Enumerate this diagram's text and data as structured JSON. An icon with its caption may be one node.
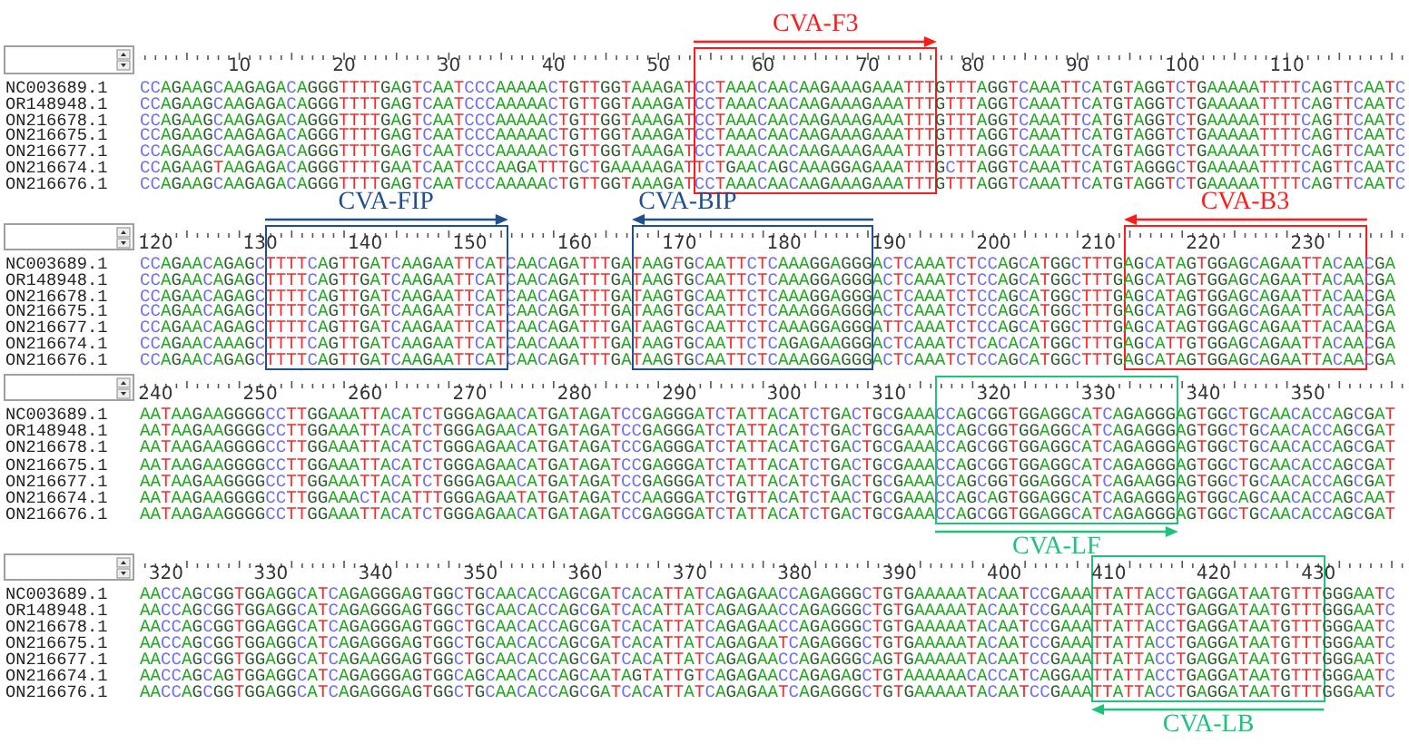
{
  "diagram": {
    "nodes": [
      {
        "text": [
          "CVA-F3"
        ]
      },
      {
        "text": [
          "CVA-FIP"
        ]
      },
      {
        "text": [
          "CVA-BIP"
        ]
      },
      {
        "text": [
          "CVA-B3"
        ]
      },
      {
        "text": [
          "CVA-LF"
        ]
      },
      {
        "text": [
          "CVA-LB"
        ]
      }
    ],
    "labels": [
      "10",
      "20",
      "30",
      "40",
      "50",
      "60",
      "70",
      "80",
      "90",
      "100",
      "110",
      "NC003689.1",
      "CCAGAAGCAAGAGACAGGGTTTTGAGTCAATCCCAAAAACTGTTGGTAAAGATCCTAAACAACAAGAAAGAAATTTGTTTAGGTCAAATTCATGTAGGTCTGAAAAATTTTCAGTTCAATC",
      "OR148948.1",
      "CCAGAAGCAAGAGACAGGGTTTTGAGTCAATCCCAAAAACTGTTGGTAAAGATCCTAAACAACAAGAAAGAAATTTGTTTAGGTCAAATTCATGTAGGTCTGAAAAATTTTCAGTTCAATC",
      "ON216678.1",
      "CCAGAAGCAAGAGACAGGGTTTTGAGTCAATCCCAAAAACTGTTGGTAAAGATCCTAAACAACAAGAAAGAAATTTGTTTAGGTCAAATTCATGTAGGTCTGAAAAATTTTCAGTTCAATC",
      "ON216675.1",
      "CCAGAAGCAAGAGACAGGGTTTTGAGTCAATCCCAAAAACTGTTGGTAAAGATCCTAAACAACAAGAAAGAAATTTGTTTAGGTCAAATTCATGTAGGTCTGAAAAATTTTCAGTTCAATC",
      "ON216677.1",
      "CCAGAAGCAAGAGACAGGGTTTTGAGTCAATCCCAAAAACTGTTGGTAAAGATCCTAAACAACAAGAAAGAAATTTGTTTAGGTCAAATTCATGTAGGTCTGAAAAATTTTCAGTTCAATC",
      "ON216674.1",
      "CCAGAAGTAAGAGACAGGGTTTTGAATCAATCCCAAGATTTGCTGAAAAAGATTCTGAACAGCAAAGGAGAAATTTGCTTAGGTCAAATTCATGTAGGGCTGAAAAATTTTCAGTTCAATC",
      "ON216676.1",
      "CCAGAAGCAAGAGACAGGGTTTTGAGTCAATCCCAAAAACTGTTGGTAAAGATCCTAAACAACAAGAAAGAAATTTGTTTAGGTCAAATTCATGTAGGTCTGAAAAATTTTCAGTTCAATC",
      "120",
      "130",
      "140",
      "150",
      "160",
      "170",
      "180",
      "190",
      "200",
      "210",
      "220",
      "230",
      "NC003689.1",
      "CCAGAACAGAGCTTTTCAGTTGATCAAGAATTCATCAACAGATTTGATAAGTGCAATTCTCAAAGGAGGGACTCAAATCTCCAGCATGGCTTTGAGCATAGTGGAGCAGAATTACAACGA",
      "OR148948.1",
      "CCAGAACAGAGCTTTTCAGTTGATCAAGAATTCATCAACAGATTTGATAAGTGCAATTCTCAAAGGAGGGACTCAAATCTCCAGCATGGCTTTGAGCATAGTGGAGCAGAATTACAACGA",
      "ON216678.1",
      "CCAGAACAGAGCTTTTCAGTTGATCAAGAATTCATCAACAGATTTGATAAGTGCAATTCTCAAAGGAGGGACTCAAATCTCCAGCATGGCTTTGAGCATAGTGGAGCAGAATTACAACGA",
      "ON216675.1",
      "CCAGAACAGAGCTTTTCAGTTGATCAAGAATTCATCAACAGATTTGATAAGTGCAATTCTCAAAGGAGGGACTCAAATCTCCAGCATGGCTTTGAGCATAGTGGAGCAGAATTACAACGA",
      "ON216677.1",
      "CCAGAACAGAGCTTTTCAGTTGATCAAGAATTCATCAACAGATTTGATAAGTGCAATTCTCAAAGGAGGGATTCAAATCTCCAGCATGGCTTTGAGCATAGTGGAGCAGAATTACAACGA",
      "ON216674.1",
      "CCAGAACAAAGCTTTTCAGTTGATCAAGAATTCATCAACAAATTTGATAAGTGCAATTCTCAGAGAAGGGACTCAAATCTCACACATGGCTTTGAGCATTGTGGAGCAGAATTACAACGA",
      "ON216676.1",
      "CCAGAACAGAGCTTTTCAGTTGATCAAGAATTCATCAACAGATTTGATAAGTGCAATTCTCAAAGGAGGGACTCAAATCTCCAGCATGGCTTTGAGCATAGTGGAGCAGAATTACAACGA",
      "240",
      "250",
      "260",
      "270",
      "280",
      "290",
      "300",
      "310",
      "320",
      "330",
      "340",
      "350",
      "NC003689.1",
      "AATAAGAAGGGGCCTTGGAAATTACATCTGGGAGAACATGATAGATCCGAGGGATCTATTACATCTGACTGCGAAACCAGCGGTGGAGGCATCAGAGGGAGTGGCTGCAACACCAGCGAT",
      "OR148948.1",
      "AATAAGAAGGGGCCTTGGAAATTACATCTGGGAGAACATGATAGATCCGAGGGATCTATTACATCTGACTGCGAAACCAGCGGTGGAGGCATCAGAGGGAGTGGCTGCAACACCAGCGAT",
      "ON216678.1",
      "AATAAGAAGGGGCCTTGGAAATTACATCTGGGAGAACATGATAGATCCGAGGGATCTATTACATCTGACTGCGAAACCAGCGGTGGAGGCATCAGAGGGAGTGGCTGCAACACCAGCGAT",
      "ON216675.1",
      "AATAAGAAGGGGCCTTGGAAATTACATCTGGGAGAACATGATAGATCCGAGGGATCTATTACATCTGACTGCGAAACCAGCGGTGGAGGCATCAGAGGGAGTGGCTGCAACACCAGCGAT",
      "ON216677.1",
      "AATAAGAAGGGGCCTTGGAAATTACATCTGGGAGAACATGATAGATCCGAGGGATCTATTACATCTGACTGCGAAACCAGCGGTGGAGGCATCAGAAGGAGTGGCTGCAACACCAGCGAT",
      "ON216674.1",
      "AATAAGAAGGGGCCTTGGAAACTACATTTGGGAGAATATGATAGATCCAAGGGATCTGTTACATCTAACTGCGAAACCAGCAGTGGAGGCATCAGAGGGAGTGGCAGCAACACCAGCAAT",
      "ON216676.1",
      "AATAAGAAGGGGCCTTGGAAATTACATCTGGGAGAACATGATAGATCCGAGGGATCTATTACATCTGACTGCGAAACCAGCGGTGGAGGCATCAGAGGGAGTGGCTGCAACACCAGCGAT",
      "320",
      "330",
      "340",
      "350",
      "360",
      "370",
      "380",
      "390",
      "400",
      "410",
      "420",
      "430",
      "NC003689.1",
      "AACCAGCGGTGGAGGCATCAGAGGGAGTGGCTGCAACACCAGCGATCACATTATCAGAGAACCAGAGGGCTGTGAAAAATACAATCCGAAATTATTACCTGAGGATAATGTTTGGGAATC",
      "OR148948.1",
      "AACCAGCGGTGGAGGCATCAGAGGGAGTGGCTGCAACACCAGCGATCACATTATCAGAGAACCAGAGGGCTGTGAAAAATACAATCCGAAATTATTACCTGAGGATAATGTTTGGGAATC",
      "ON216678.1",
      "AACCAGCGGTGGAGGCATCAGAGGGAGTGGCTGCAACACCAGCGATCACATTATCAGAGAACCAGAGGGCTGTGAAAAATACAATCCGAAATTATTACCTGAGGATAATGTTTGGGAATC",
      "ON216675.1",
      "AACCAGCGGTGGAGGCATCAGAGGGAGTGGCTGCAACACCAGCGATCACATTATCAGAGAATCAGAGGGCTGTGAAAAATACAATCCGAAATTATTACCTGAGGATAATGTTTGGGAATC",
      "ON216677.1",
      "AACCAGCGGTGGAGGCATCAGAAGGAGTGGCTGCAACACCAGCGATCACATTATCAGAGAACCAGAGGGCAGTGAAAAATACAATCCGAAATTATTACCTGAGGATAATGTTTGGGAATC",
      "ON216674.1",
      "AACCAGCAGTGGAGGCATCAGAGGGAGTGGCAGCAACACCAGCAATAGTATTGTCAGAGAACCAGAGAGCTGTAAAAAACACCATCAGGAATTATTACCTGAGGATAATGTTTGGGAATC",
      "ON216676.1",
      "AACCAGCGGTGGAGGCATCAGAGGGAGTGGCTGCAACACCAGCGATCACATTATCAGAGAATCAGAGGGCTGTGAAAAATACAATCCGAAATTATTACCTGAGGATAATGTTTGGGAATC"
    ]
  }
}
